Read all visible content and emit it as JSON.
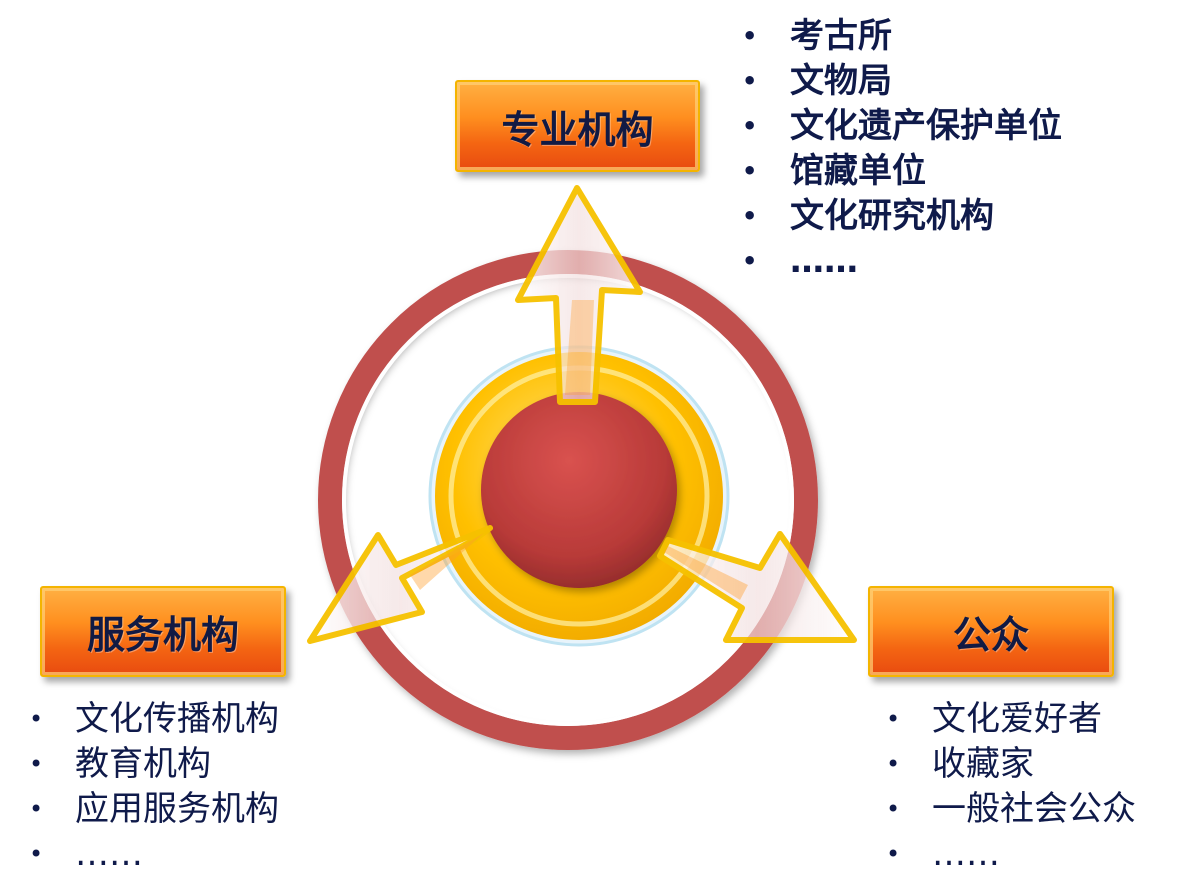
{
  "nodes": {
    "top": {
      "label": "专业机构",
      "items": [
        "考古所",
        "文物局",
        "文化遗产保护单位",
        "馆藏单位",
        "文化研究机构",
        "……"
      ]
    },
    "left": {
      "label": "服务机构",
      "items": [
        "文化传播机构",
        "教育机构",
        "应用服务机构",
        "……"
      ]
    },
    "right": {
      "label": "公众",
      "items": [
        "文化爱好者",
        "收藏家",
        "一般社会公众",
        "……"
      ]
    }
  },
  "colors": {
    "outer_ring": "#c0504d",
    "middle_ring": "#ffc000",
    "center": "#c0393a",
    "box": "#f46512",
    "text": "#0f1a4a"
  }
}
